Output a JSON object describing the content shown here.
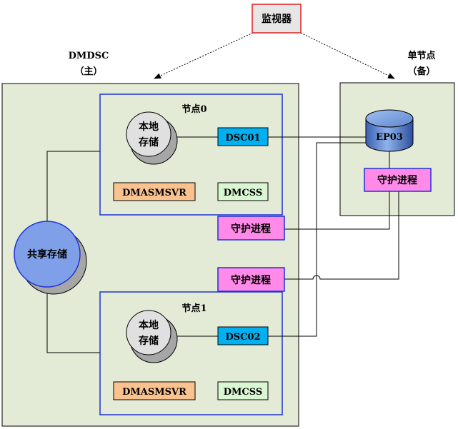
{
  "monitor": {
    "label": "监视器"
  },
  "primary_cluster": {
    "name": "DMDSC",
    "role": "（主）"
  },
  "standby": {
    "name": "单节点",
    "role": "（备）"
  },
  "shared_storage": {
    "label": "共享存储"
  },
  "nodes": [
    {
      "title": "节点0",
      "local_storage_line1": "本地",
      "local_storage_line2": "存储",
      "instance": "DSC01",
      "asm_service": "DMASMSVR",
      "css_service": "DMCSS",
      "watcher": "守护进程"
    },
    {
      "title": "节点1",
      "local_storage_line1": "本地",
      "local_storage_line2": "存储",
      "instance": "DSC02",
      "asm_service": "DMASMSVR",
      "css_service": "DMCSS",
      "watcher": "守护进程"
    }
  ],
  "standby_db": {
    "label": "EP03",
    "watcher": "守护进程"
  },
  "colors": {
    "panel_fill": "#e3ead5",
    "node_border": "#1f33d6",
    "instance_fill": "#00b0f0",
    "asm_fill": "#f9c28f",
    "css_fill": "#d9f7d2",
    "watcher_fill": "#ff8ae8",
    "monitor_fill": "#e6e6e6",
    "monitor_border": "#e02020",
    "storage_blue": "#7f9fe8",
    "storage_gray": "#a6a6a6"
  }
}
